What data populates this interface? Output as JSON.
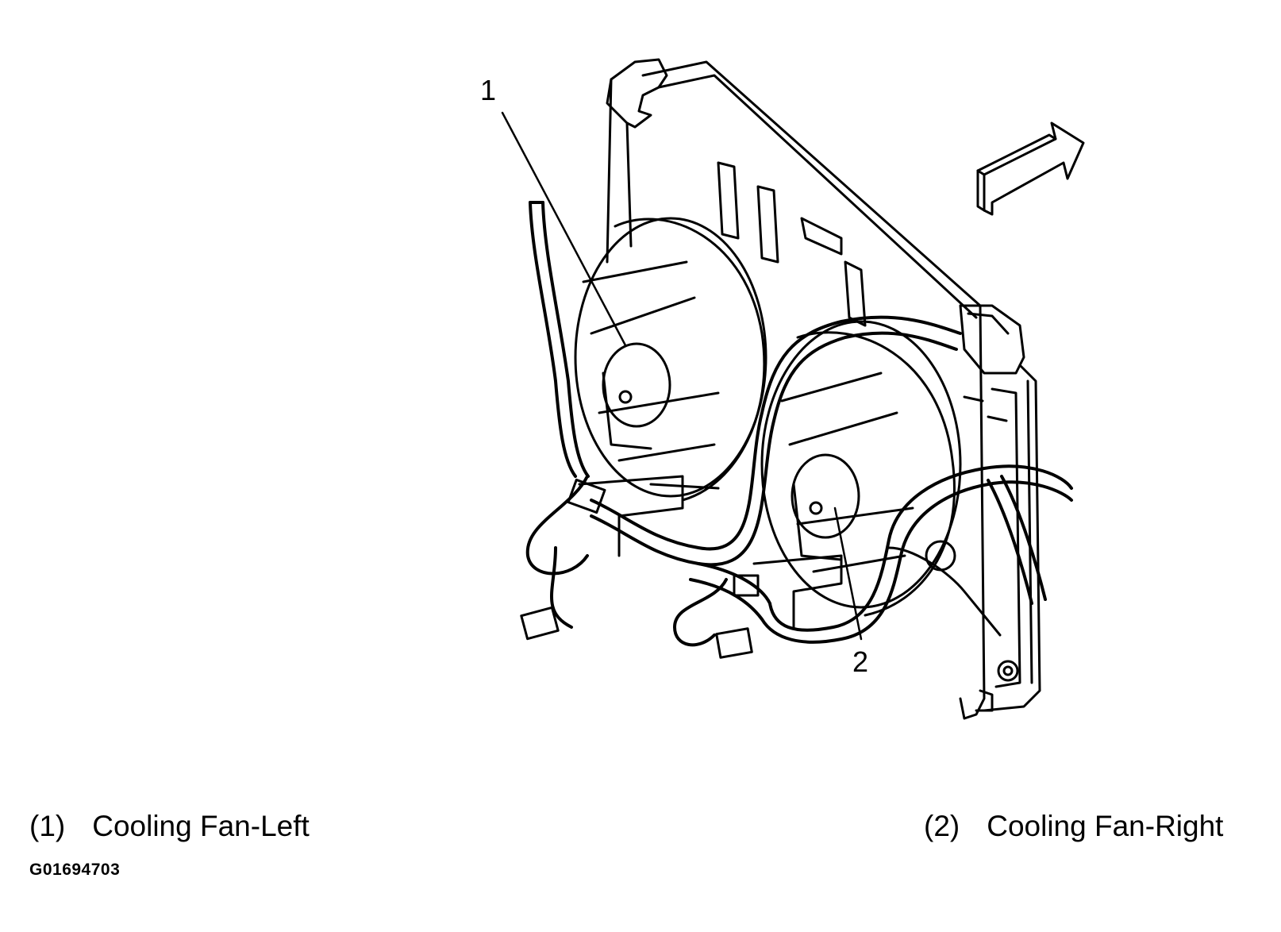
{
  "callouts": [
    {
      "number": "1"
    },
    {
      "number": "2"
    }
  ],
  "legend": [
    {
      "number": "(1)",
      "label": "Cooling Fan-Left"
    },
    {
      "number": "(2)",
      "label": "Cooling Fan-Right"
    }
  ],
  "figure_id": "G01694703"
}
